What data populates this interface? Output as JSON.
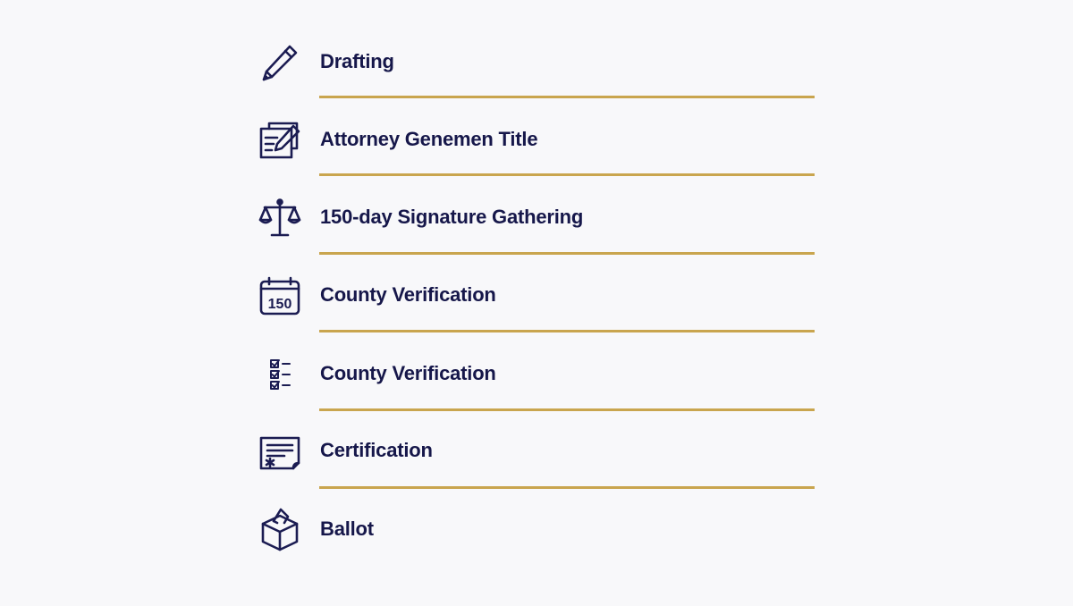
{
  "steps": [
    {
      "label": "Drafting",
      "icon": "pencil-icon"
    },
    {
      "label": "Attorney Genemen Title",
      "icon": "document-edit-icon"
    },
    {
      "label": "150-day Signature Gathering",
      "icon": "scales-icon"
    },
    {
      "label": "County Verification",
      "icon": "calendar-icon",
      "icon_text": "150"
    },
    {
      "label": "County Verification",
      "icon": "checklist-icon"
    },
    {
      "label": "Certification",
      "icon": "certificate-icon"
    },
    {
      "label": "Ballot",
      "icon": "ballot-box-icon"
    }
  ],
  "colors": {
    "text": "#16174a",
    "icon": "#1b1c52",
    "divider": "#c9a54e",
    "background": "#f8f8fa"
  }
}
